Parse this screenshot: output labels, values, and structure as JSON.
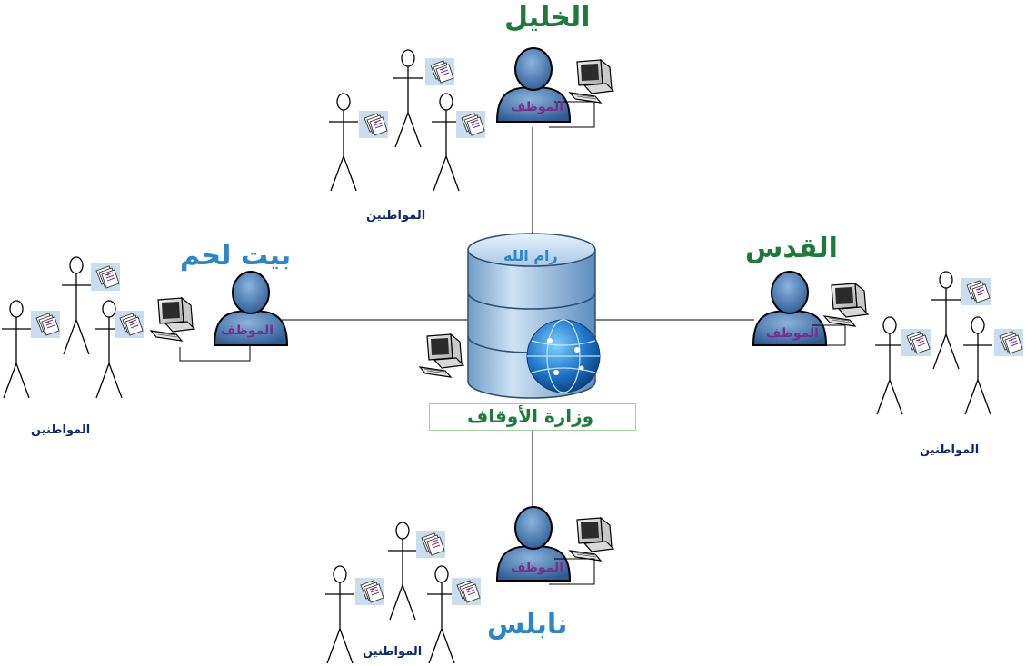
{
  "center": {
    "ramallah_label": "رام الله",
    "ministry_label": "وزارة الأوقاف"
  },
  "branches": {
    "hebron": {
      "city": "الخليل",
      "staff": "الموظف",
      "citizens": "المواطنين"
    },
    "bethlehem": {
      "city": "بيت لحم",
      "staff": "الموظف",
      "citizens": "المواطنين"
    },
    "jerusalem": {
      "city": "القدس",
      "staff": "الموظف",
      "citizens": "المواطنين"
    },
    "nablus": {
      "city": "نابلس",
      "staff": "الموظف",
      "citizens": "المواطنين"
    }
  },
  "colors": {
    "green_label": "#1e7a3a",
    "blue_label": "#2a86c8",
    "staff_label": "#7a2d8c",
    "citizens_label": "#0d2a6e",
    "person_icon": "#3f6ea8",
    "database": "#8fb8dc",
    "globe": "#1f74c6"
  },
  "icons": [
    "database-icon",
    "globe-icon",
    "computer-icon",
    "person-icon",
    "stick-figure-icon",
    "document-icon"
  ]
}
